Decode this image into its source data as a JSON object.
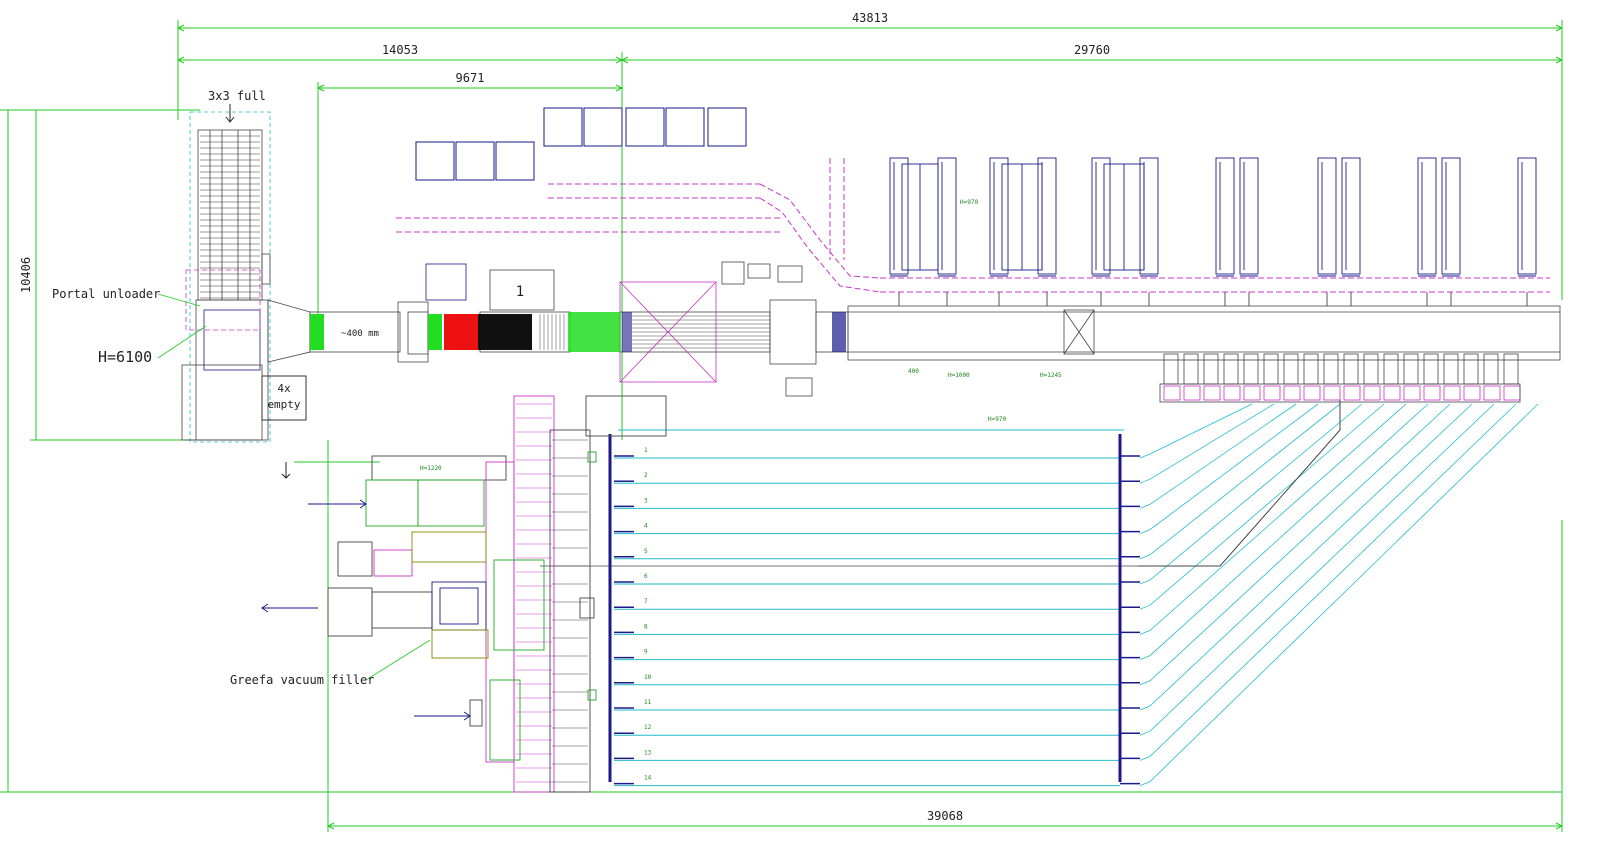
{
  "dimensions": {
    "total_width": "43813",
    "left_section": "14053",
    "right_section": "29760",
    "inner_section": "9671",
    "bottom_width": "39068",
    "height": "10406"
  },
  "labels": {
    "three_by_three": "3x3 full",
    "portal_unloader": "Portal unloader",
    "portal_height": "H=6100",
    "four_x": "4x",
    "empty": "empty",
    "greefa": "Greefa vacuum filler",
    "conveyor_mm": "~400 mm",
    "block_one": "1"
  },
  "annotations": {
    "h970_top": "H=970",
    "h970_mid": "H=970",
    "h1220": "H=1220",
    "w400": "400",
    "h1000": "H=1000",
    "h1245": "H=1245"
  },
  "lane_numbers": [
    "1",
    "2",
    "3",
    "4",
    "5",
    "6",
    "7",
    "8",
    "9",
    "10",
    "11",
    "12",
    "13",
    "14"
  ],
  "colors": {
    "dimension": "#22cc22",
    "lane": "#22bbcc",
    "structure": "#1a1a8a",
    "duct": "#cc33cc",
    "frame": "#444444",
    "highlight_red": "#ee1111",
    "highlight_green": "#22dd22",
    "belt_black": "#111111"
  }
}
